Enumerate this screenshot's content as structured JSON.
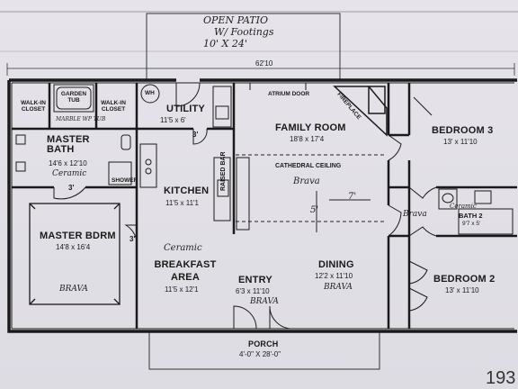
{
  "plan": {
    "overall_width": "62'10",
    "sheet_number": "193",
    "notes": {
      "patio_line1": "OPEN PATIO",
      "patio_line2": "W/ Footings",
      "patio_line3": "10' X 24'",
      "marble_tub": "MARBLE WP TUB",
      "ceramic_bath": "Ceramic",
      "ceramic_kitchen": "Ceramic",
      "brava_master": "BRAVA",
      "brava_entry": "BRAVA",
      "brava_dining": "BRAVA",
      "brava_family": "Brava",
      "brava_bath2": "Brava",
      "ceramic_bath2": "Ceramic",
      "dim_seven": "7'",
      "dim_five": "5'"
    },
    "rooms": {
      "walkin_closet_left": "WALK-IN CLOSET",
      "garden_tub": "GARDEN TUB",
      "walkin_closet_right": "WALK-IN CLOSET",
      "wh": "WH",
      "utility": {
        "name": "UTILITY",
        "size": "11'5 x 6'"
      },
      "master_bath": {
        "name": "MASTER BATH",
        "size": "14'6 x 12'10"
      },
      "shower": "SHOWER",
      "kitchen": {
        "name": "KITCHEN",
        "size": "11'5 x 11'1"
      },
      "raised_bar": "RAISED BAR",
      "atrium_door": "ATRIUM DOOR",
      "fireplace": "FIREPLACE",
      "family_room": {
        "name": "FAMILY ROOM",
        "size": "18'8 x 17'4"
      },
      "cathedral_ceiling": "CATHEDRAL CEILING",
      "bedroom3": {
        "name": "BEDROOM 3",
        "size": "13' x 11'10"
      },
      "bath2": {
        "name": "BATH 2",
        "size": "9'7 x 5'"
      },
      "bedroom2": {
        "name": "BEDROOM 2",
        "size": "13' x 11'10"
      },
      "master_bdrm": {
        "name": "MASTER BDRM",
        "size": "14'8 x 16'4"
      },
      "breakfast": {
        "name": "BREAKFAST AREA",
        "size": "11'5 x 12'1"
      },
      "entry": {
        "name": "ENTRY",
        "size": "6'3 x 11'10"
      },
      "dining": {
        "name": "DINING",
        "size": "12'2 x 11'10"
      },
      "porch": {
        "name": "PORCH",
        "size": "4'-0\" X 28'-0\""
      }
    },
    "door_swings": [
      "3'",
      "3'",
      "3'"
    ]
  }
}
